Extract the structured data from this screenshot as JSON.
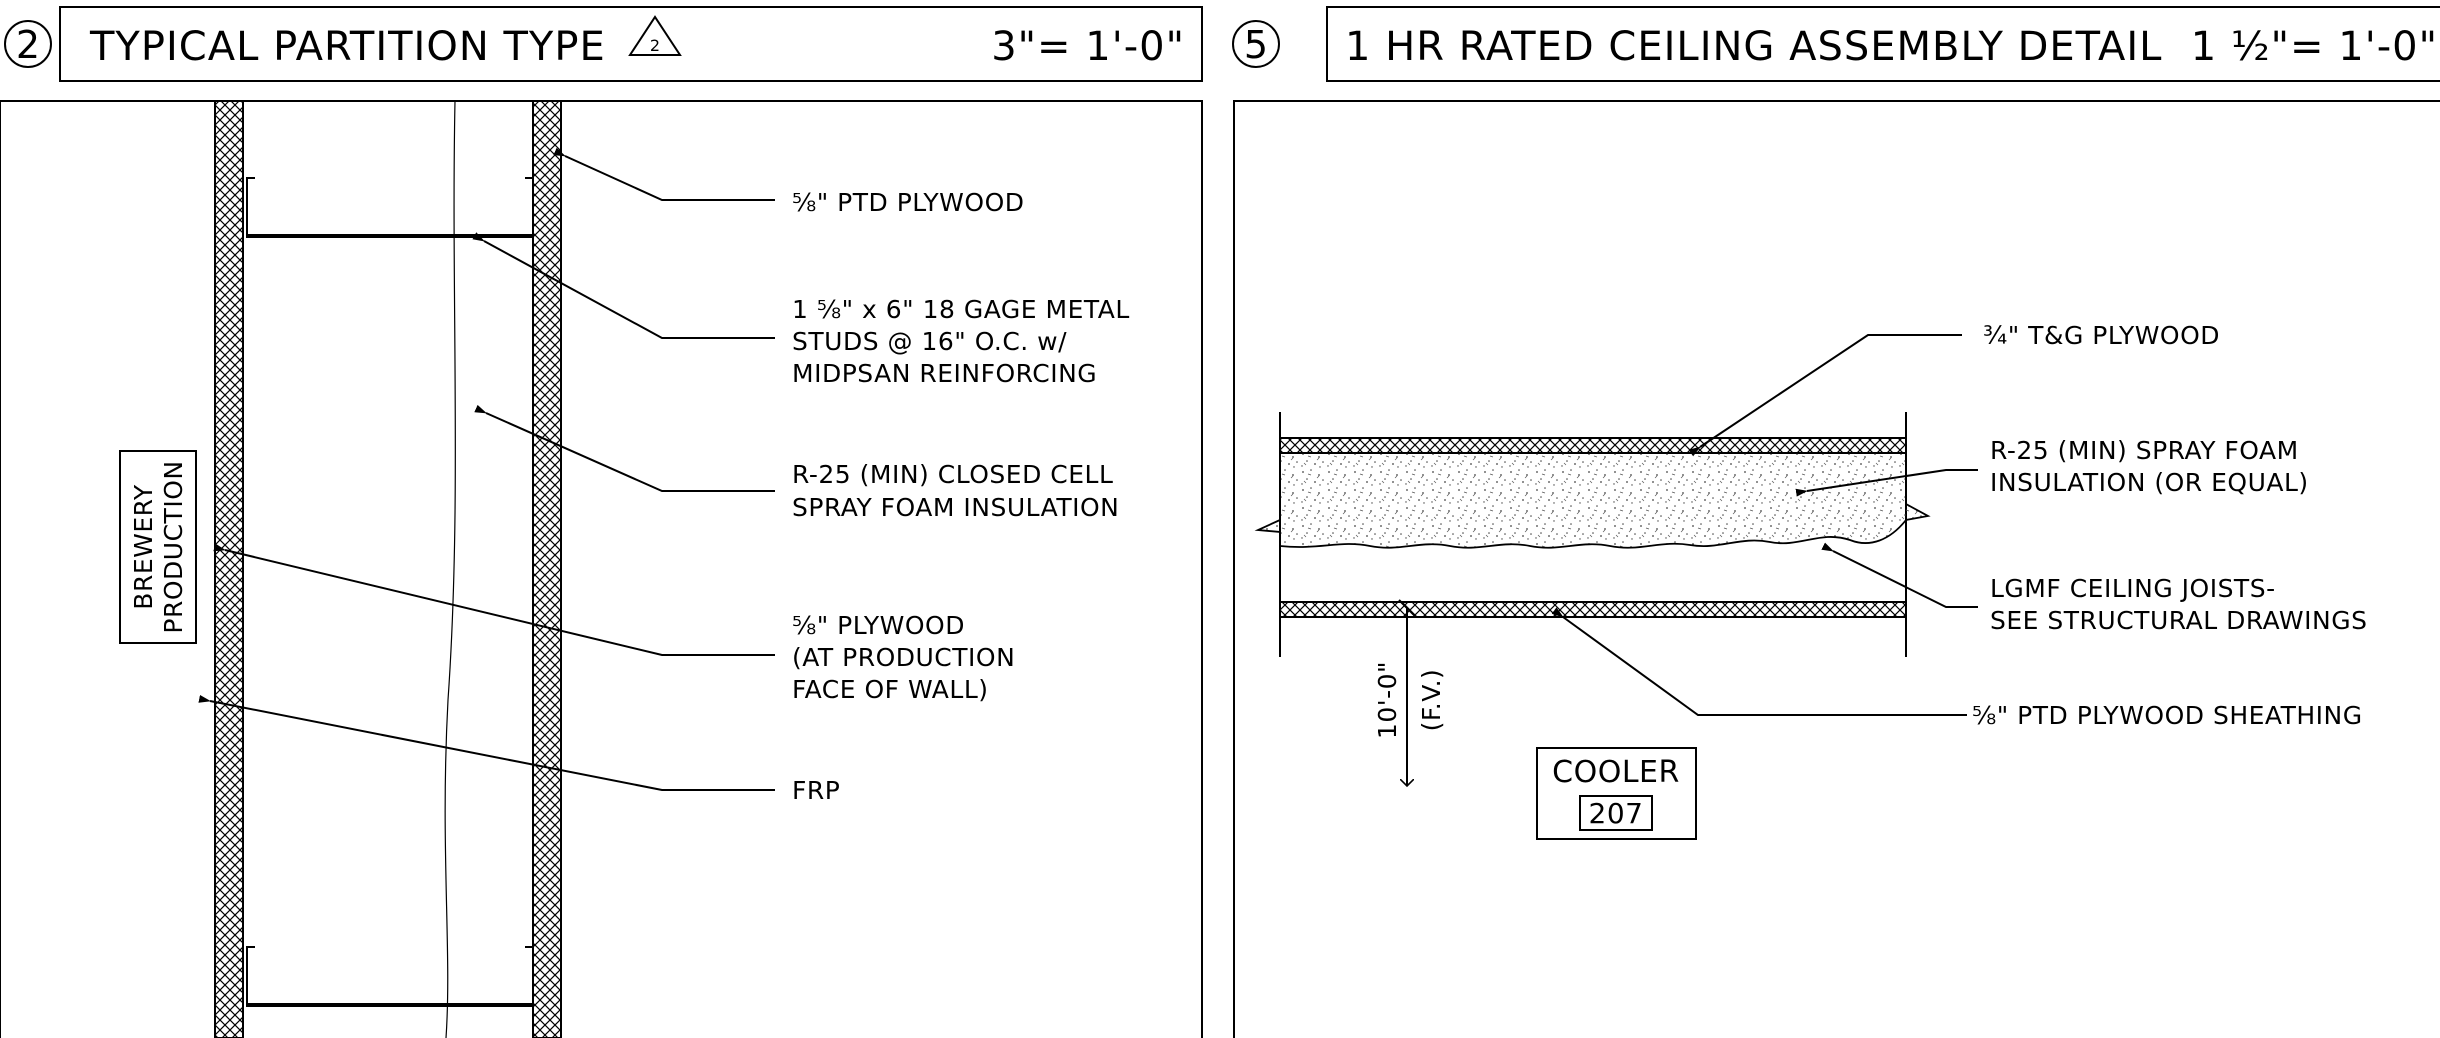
{
  "detail_left": {
    "number": "2",
    "title": "TYPICAL PARTITION TYPE",
    "revision_tag": "2",
    "scale": "3\"= 1'-0\"",
    "room_tag": [
      "BREWERY",
      "PRODUCTION"
    ],
    "notes": {
      "ptd_plywood": [
        "⅝\"  PTD PLYWOOD"
      ],
      "metal_studs": [
        "1 ⅝\" x 6\" 18 GAGE METAL",
        "STUDS @ 16\" O.C. w/",
        "MIDPSAN REINFORCING"
      ],
      "spray_foam": [
        "R-25 (MIN) CLOSED CELL",
        "SPRAY FOAM INSULATION"
      ],
      "plywood_face": [
        "⅝\" PLYWOOD",
        "(AT PRODUCTION",
        "FACE OF WALL)"
      ],
      "frp": [
        "FRP"
      ]
    }
  },
  "detail_right": {
    "number": "5",
    "title": "1 HR RATED CEILING ASSEMBLY DETAIL",
    "scale": "1 ½\"= 1'-0\"",
    "room_tag": {
      "name": "COOLER",
      "number": "207"
    },
    "dimension": [
      "10'-0\"",
      "(F.V.)"
    ],
    "notes": {
      "tg_plywood": [
        "¾\" T&G PLYWOOD"
      ],
      "spray_foam": [
        "R-25 (MIN) SPRAY FOAM",
        "INSULATION (OR EQUAL)"
      ],
      "joists": [
        "LGMF CEILING JOISTS-",
        "SEE STRUCTURAL DRAWINGS"
      ],
      "sheathing": [
        "⅝\" PTD PLYWOOD SHEATHING"
      ]
    }
  },
  "colors": {
    "line": "#000000",
    "background": "#ffffff"
  }
}
